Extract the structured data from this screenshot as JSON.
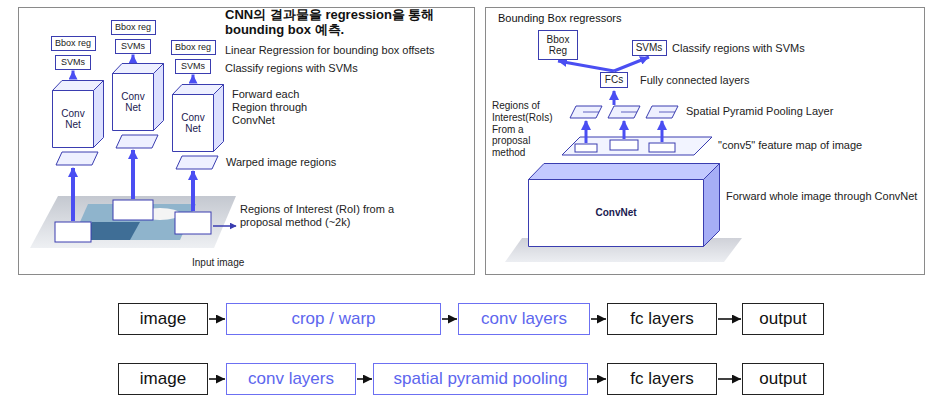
{
  "diagram": {
    "nodes": [
      {
        "text": [
          "CNN의 결과물을 regression을 통해 bounding box 예측."
        ]
      },
      {
        "text": [
          "Bbox reg"
        ],
        "in": 0
      },
      {
        "text": [
          "Bbox reg"
        ],
        "in": 0
      },
      {
        "text": [
          "Bbox reg"
        ],
        "in": 0
      },
      {
        "text": [
          "SVMs"
        ],
        "in": 0
      },
      {
        "text": [
          "SVMs"
        ],
        "in": 0
      },
      {
        "text": [
          "SVMs"
        ],
        "in": 0
      },
      {
        "text": [
          "Conv Net"
        ],
        "in": 0
      },
      {
        "text": [
          "Conv Net"
        ],
        "in": 0
      },
      {
        "text": [
          "Conv Net"
        ],
        "in": 0
      },
      {
        "text": [
          "Bounding Box regressors"
        ]
      },
      {
        "text": [
          "Bbox Reg"
        ],
        "in": 10
      },
      {
        "text": [
          "SVMs"
        ],
        "in": 10
      },
      {
        "text": [
          "FCs"
        ],
        "in": 10
      },
      {
        "text": [
          "ConvNet"
        ],
        "in": 10
      },
      {
        "text": [
          "image"
        ]
      },
      {
        "text": [
          "crop / warp"
        ]
      },
      {
        "text": [
          "conv layers"
        ]
      },
      {
        "text": [
          "fc layers"
        ]
      },
      {
        "text": [
          "output"
        ]
      },
      {
        "text": [
          "image"
        ]
      },
      {
        "text": [
          "conv layers"
        ]
      },
      {
        "text": [
          "spatial pyramid pooling"
        ]
      },
      {
        "text": [
          "fc layers"
        ]
      },
      {
        "text": [
          "output"
        ]
      }
    ],
    "edges": [
      {
        "from": 7,
        "to": 4,
        "arrow": "to"
      },
      {
        "from": 8,
        "to": 5,
        "arrow": "to"
      },
      {
        "from": 9,
        "to": 6,
        "arrow": "to"
      },
      {
        "from": 13,
        "to": 11,
        "arrow": "to"
      },
      {
        "from": 13,
        "to": 12,
        "arrow": "to"
      },
      {
        "from": 15,
        "to": 16,
        "arrow": "to"
      },
      {
        "from": 16,
        "to": 17,
        "arrow": "to"
      },
      {
        "from": 17,
        "to": 18,
        "arrow": "to"
      },
      {
        "from": 18,
        "to": 19,
        "arrow": "to"
      },
      {
        "from": 20,
        "to": 21,
        "arrow": "to"
      },
      {
        "from": 21,
        "to": 22,
        "arrow": "to"
      },
      {
        "from": 22,
        "to": 23,
        "arrow": "to"
      },
      {
        "from": 23,
        "to": 24,
        "arrow": "to"
      }
    ],
    "labels": [
      "Linear Regression for bounding box offsets",
      "Classify regions with SVMs",
      "Forward each Region through ConvNet",
      "Warped image regions",
      "Regions of Interest (RoI) from a proposal method (~2k)",
      "Input image",
      "Classify regions with SVMs",
      "Fully connected layers",
      "Spatial Pyramid Pooling Layer",
      "Regions of Interest(RoIs) From a proposal method",
      "\"conv5\" feature map of image",
      "Forward whole image through ConvNet"
    ]
  }
}
